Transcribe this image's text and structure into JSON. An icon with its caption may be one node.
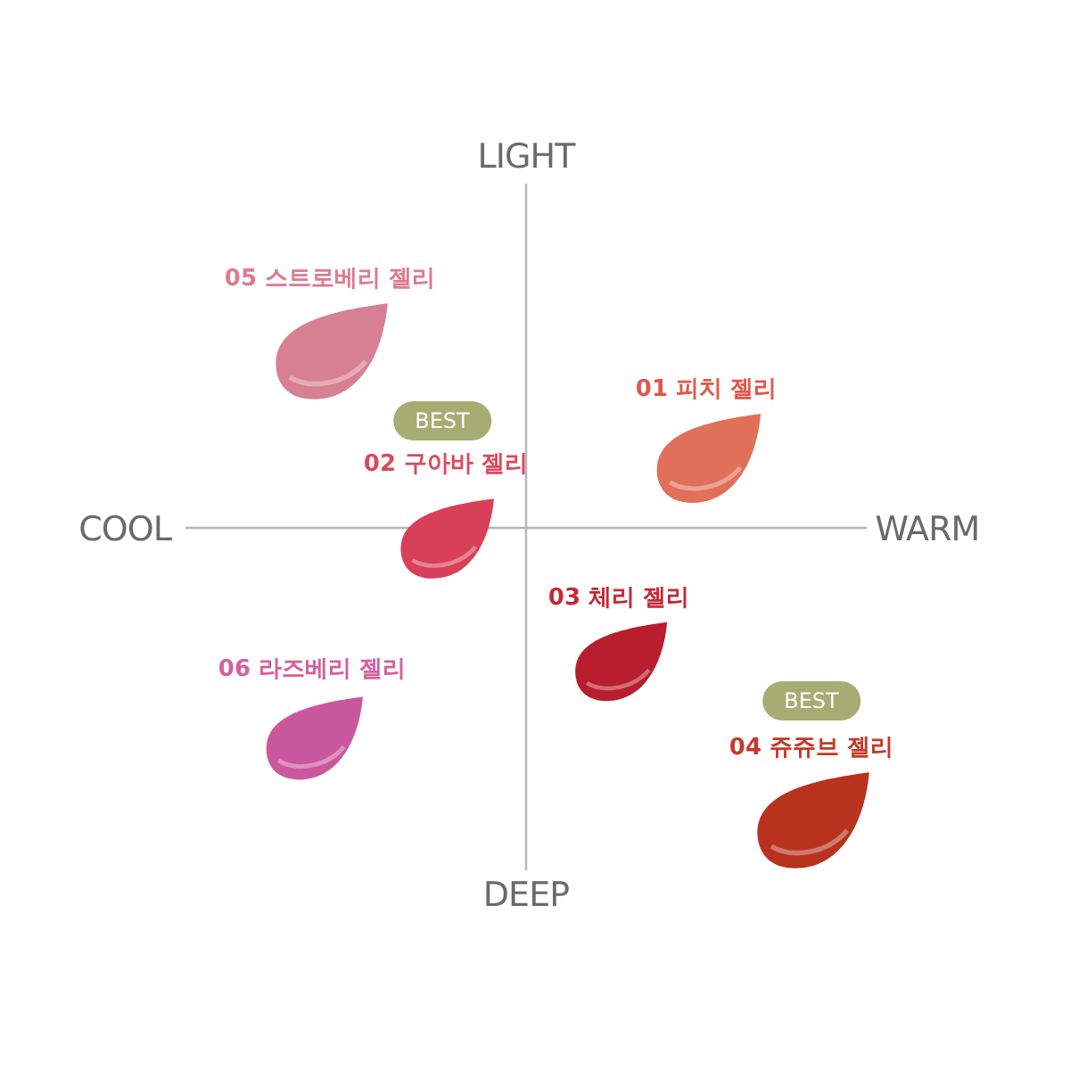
{
  "diagram": {
    "nodes": [
      {
        "text": [
          "05 스트로베리 젤리"
        ]
      },
      {
        "text": [
          "01 피치 젤리"
        ]
      },
      {
        "text": [
          "BEST"
        ]
      },
      {
        "text": [
          "02 구아바 젤리"
        ]
      },
      {
        "text": [
          "03 체리 젤리"
        ]
      },
      {
        "text": [
          "06 라즈베리 젤리"
        ]
      },
      {
        "text": [
          "BEST"
        ]
      },
      {
        "text": [
          "04 쥬쥬브 젤리"
        ]
      }
    ],
    "labels": [
      "LIGHT",
      "COOL",
      "WARM",
      "DEEP"
    ]
  }
}
